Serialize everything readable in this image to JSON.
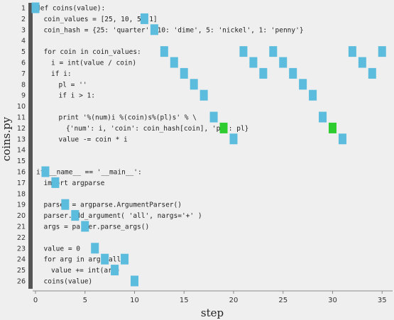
{
  "file_label": "coins.py",
  "x_axis_label": "step",
  "x_ticks": [
    0,
    5,
    10,
    15,
    20,
    25,
    30,
    35
  ],
  "x_range": [
    0,
    36
  ],
  "code_lines": [
    {
      "n": 1,
      "indent": 0,
      "text": "def coins(value):"
    },
    {
      "n": 2,
      "indent": 1,
      "text": "coin_values = [25, 10, 5, 1]"
    },
    {
      "n": 3,
      "indent": 1,
      "text": "coin_hash = {25: 'quarter', 10: 'dime', 5: 'nickel', 1: 'penny'}"
    },
    {
      "n": 4,
      "indent": 0,
      "text": ""
    },
    {
      "n": 5,
      "indent": 1,
      "text": "for coin in coin_values:"
    },
    {
      "n": 6,
      "indent": 2,
      "text": "i = int(value / coin)"
    },
    {
      "n": 7,
      "indent": 2,
      "text": "if i:"
    },
    {
      "n": 8,
      "indent": 3,
      "text": "pl = ''"
    },
    {
      "n": 9,
      "indent": 3,
      "text": "if i > 1:"
    },
    {
      "n": 10,
      "indent": 0,
      "text": ""
    },
    {
      "n": 11,
      "indent": 3,
      "text": "print '%(num)i %(coin)s%(pl)s' % \\"
    },
    {
      "n": 12,
      "indent": 4,
      "text": "{'num': i, 'coin': coin_hash[coin], 'pl': pl}"
    },
    {
      "n": 13,
      "indent": 3,
      "text": "value -= coin * i"
    },
    {
      "n": 14,
      "indent": 0,
      "text": ""
    },
    {
      "n": 15,
      "indent": 0,
      "text": ""
    },
    {
      "n": 16,
      "indent": 0,
      "text": "if __name__ == '__main__':"
    },
    {
      "n": 17,
      "indent": 1,
      "text": "import argparse"
    },
    {
      "n": 18,
      "indent": 0,
      "text": ""
    },
    {
      "n": 19,
      "indent": 1,
      "text": "parser = argparse.ArgumentParser()"
    },
    {
      "n": 20,
      "indent": 1,
      "text": "parser.add_argument( 'all', nargs='+' )"
    },
    {
      "n": 21,
      "indent": 1,
      "text": "args = parser.parse_args()"
    },
    {
      "n": 22,
      "indent": 0,
      "text": ""
    },
    {
      "n": 23,
      "indent": 1,
      "text": "value = 0"
    },
    {
      "n": 24,
      "indent": 1,
      "text": "for arg in args.all:"
    },
    {
      "n": 25,
      "indent": 2,
      "text": "value += int(arg)"
    },
    {
      "n": 26,
      "indent": 1,
      "text": "coins(value)"
    }
  ],
  "trace": [
    {
      "step": 0,
      "line": 1,
      "state": "normal"
    },
    {
      "step": 1,
      "line": 16,
      "state": "normal"
    },
    {
      "step": 2,
      "line": 17,
      "state": "normal"
    },
    {
      "step": 3,
      "line": 19,
      "state": "normal"
    },
    {
      "step": 4,
      "line": 20,
      "state": "normal"
    },
    {
      "step": 5,
      "line": 21,
      "state": "normal"
    },
    {
      "step": 6,
      "line": 23,
      "state": "normal"
    },
    {
      "step": 7,
      "line": 24,
      "state": "normal"
    },
    {
      "step": 8,
      "line": 25,
      "state": "normal"
    },
    {
      "step": 9,
      "line": 24,
      "state": "normal"
    },
    {
      "step": 10,
      "line": 26,
      "state": "normal"
    },
    {
      "step": 11,
      "line": 2,
      "state": "normal"
    },
    {
      "step": 12,
      "line": 3,
      "state": "normal"
    },
    {
      "step": 13,
      "line": 5,
      "state": "normal"
    },
    {
      "step": 14,
      "line": 6,
      "state": "normal"
    },
    {
      "step": 15,
      "line": 7,
      "state": "normal"
    },
    {
      "step": 16,
      "line": 8,
      "state": "normal"
    },
    {
      "step": 17,
      "line": 9,
      "state": "normal"
    },
    {
      "step": 18,
      "line": 11,
      "state": "normal"
    },
    {
      "step": 19,
      "line": 12,
      "state": "highlight"
    },
    {
      "step": 20,
      "line": 13,
      "state": "normal"
    },
    {
      "step": 21,
      "line": 5,
      "state": "normal"
    },
    {
      "step": 22,
      "line": 6,
      "state": "normal"
    },
    {
      "step": 23,
      "line": 7,
      "state": "normal"
    },
    {
      "step": 24,
      "line": 5,
      "state": "normal"
    },
    {
      "step": 25,
      "line": 6,
      "state": "normal"
    },
    {
      "step": 26,
      "line": 7,
      "state": "normal"
    },
    {
      "step": 27,
      "line": 8,
      "state": "normal"
    },
    {
      "step": 28,
      "line": 9,
      "state": "normal"
    },
    {
      "step": 29,
      "line": 11,
      "state": "normal"
    },
    {
      "step": 30,
      "line": 12,
      "state": "highlight"
    },
    {
      "step": 31,
      "line": 13,
      "state": "normal"
    },
    {
      "step": 32,
      "line": 5,
      "state": "normal"
    },
    {
      "step": 33,
      "line": 6,
      "state": "normal"
    },
    {
      "step": 34,
      "line": 7,
      "state": "normal"
    },
    {
      "step": 35,
      "line": 5,
      "state": "normal"
    }
  ],
  "colors": {
    "background": "#efefef",
    "step_marker": "#5bbcdd",
    "highlight_marker": "#2ecc2e",
    "left_bar": "#555555",
    "axis": "#888888"
  }
}
